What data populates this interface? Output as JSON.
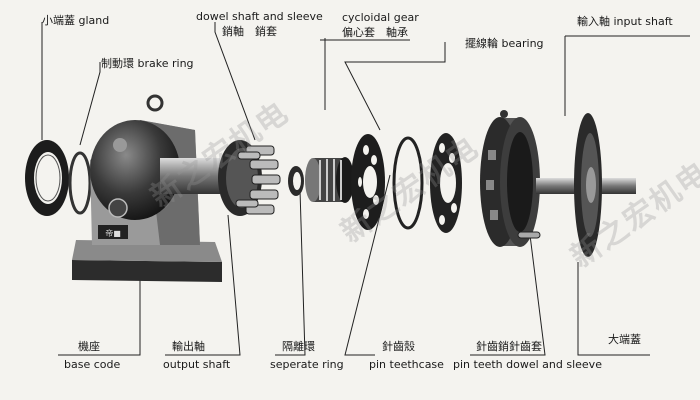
{
  "labels": {
    "gland": "小端蓋 gland",
    "brake_ring": "制動環 brake ring",
    "dowel_title": "dowel shaft and sleeve",
    "dowel_cn": "銷軸　銷套",
    "cycloidal_title": "cycloidal gear",
    "cycloidal_cn": "偏心套　軸承",
    "bearing": "擺線輪 bearing",
    "input_shaft": "輸入軸 input shaft",
    "base_cn": "機座",
    "base_en": "base code",
    "output_cn": "輸出軸",
    "output_en": "output shaft",
    "seperate_cn": "隔離環",
    "seperate_en": "seperate ring",
    "pinteeth_cn": "針齒殼",
    "pinteeth_en": "pin teethcase",
    "dowel_sleeve_cn": "針齒銷針齒套",
    "dowel_sleeve_en": "pin teeth dowel and sleeve",
    "end_cover_cn": "大端蓋"
  },
  "watermark": {
    "text_1": "新之宏机电",
    "text_2": "新之宏机电",
    "text_3": "新之宏机电"
  },
  "motor_plate": "帝■"
}
